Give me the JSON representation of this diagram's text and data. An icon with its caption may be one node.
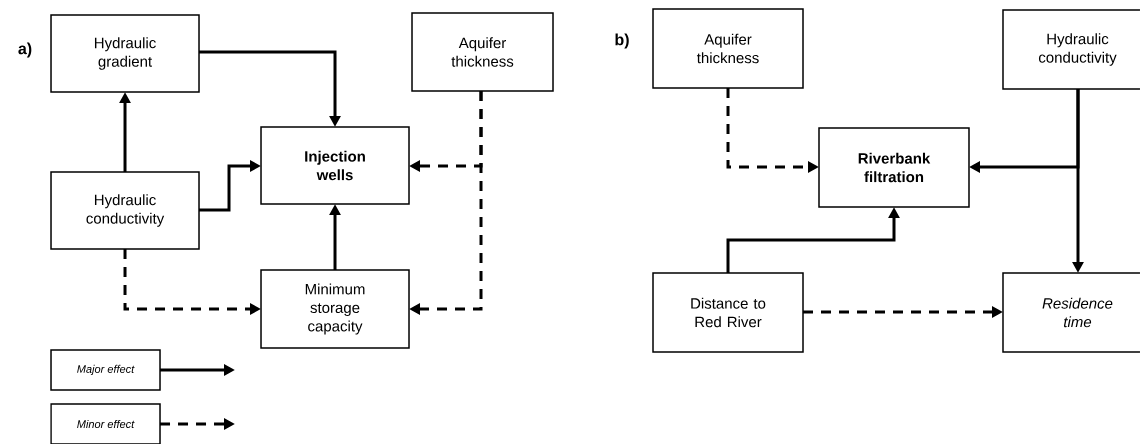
{
  "diagram": {
    "nodes": [
      {
        "text": [
          "Hydraulic gradient"
        ]
      },
      {
        "text": [
          "Aquifer thickness"
        ]
      },
      {
        "text": [
          "Injection wells"
        ]
      },
      {
        "text": [
          "Hydraulic conductivity"
        ]
      },
      {
        "text": [
          "Minimum storage capacity"
        ]
      },
      {
        "text": [
          "Aquifer thickness"
        ]
      },
      {
        "text": [
          "Hydraulic conductivity"
        ]
      },
      {
        "text": [
          "Riverbank filtration"
        ]
      },
      {
        "text": [
          "Distance to Red River"
        ]
      },
      {
        "text": [
          "Residence time"
        ]
      }
    ],
    "edges": [
      {
        "from": 0,
        "to": 2,
        "arrow": "to"
      },
      {
        "from": 3,
        "to": 0,
        "arrow": "to"
      },
      {
        "from": 3,
        "to": 2,
        "arrow": "to"
      },
      {
        "from": 1,
        "to": 2,
        "arrow": "to",
        "style": "dashed"
      },
      {
        "from": 4,
        "to": 2,
        "arrow": "to"
      },
      {
        "from": 3,
        "to": 4,
        "arrow": "to",
        "style": "dashed"
      },
      {
        "from": 1,
        "to": 4,
        "arrow": "to",
        "style": "dashed"
      },
      {
        "from": 5,
        "to": 7,
        "arrow": "to",
        "style": "dashed"
      },
      {
        "from": 6,
        "to": 7,
        "arrow": "to"
      },
      {
        "from": 6,
        "to": 9,
        "arrow": "to"
      },
      {
        "from": 8,
        "to": 7,
        "arrow": "to"
      },
      {
        "from": 8,
        "to": 9,
        "arrow": "to",
        "style": "dashed"
      }
    ],
    "labels": [
      "a)",
      "b)"
    ],
    "legend": [
      {
        "text": "Major effect"
      },
      {
        "text": "Minor effect"
      }
    ]
  }
}
